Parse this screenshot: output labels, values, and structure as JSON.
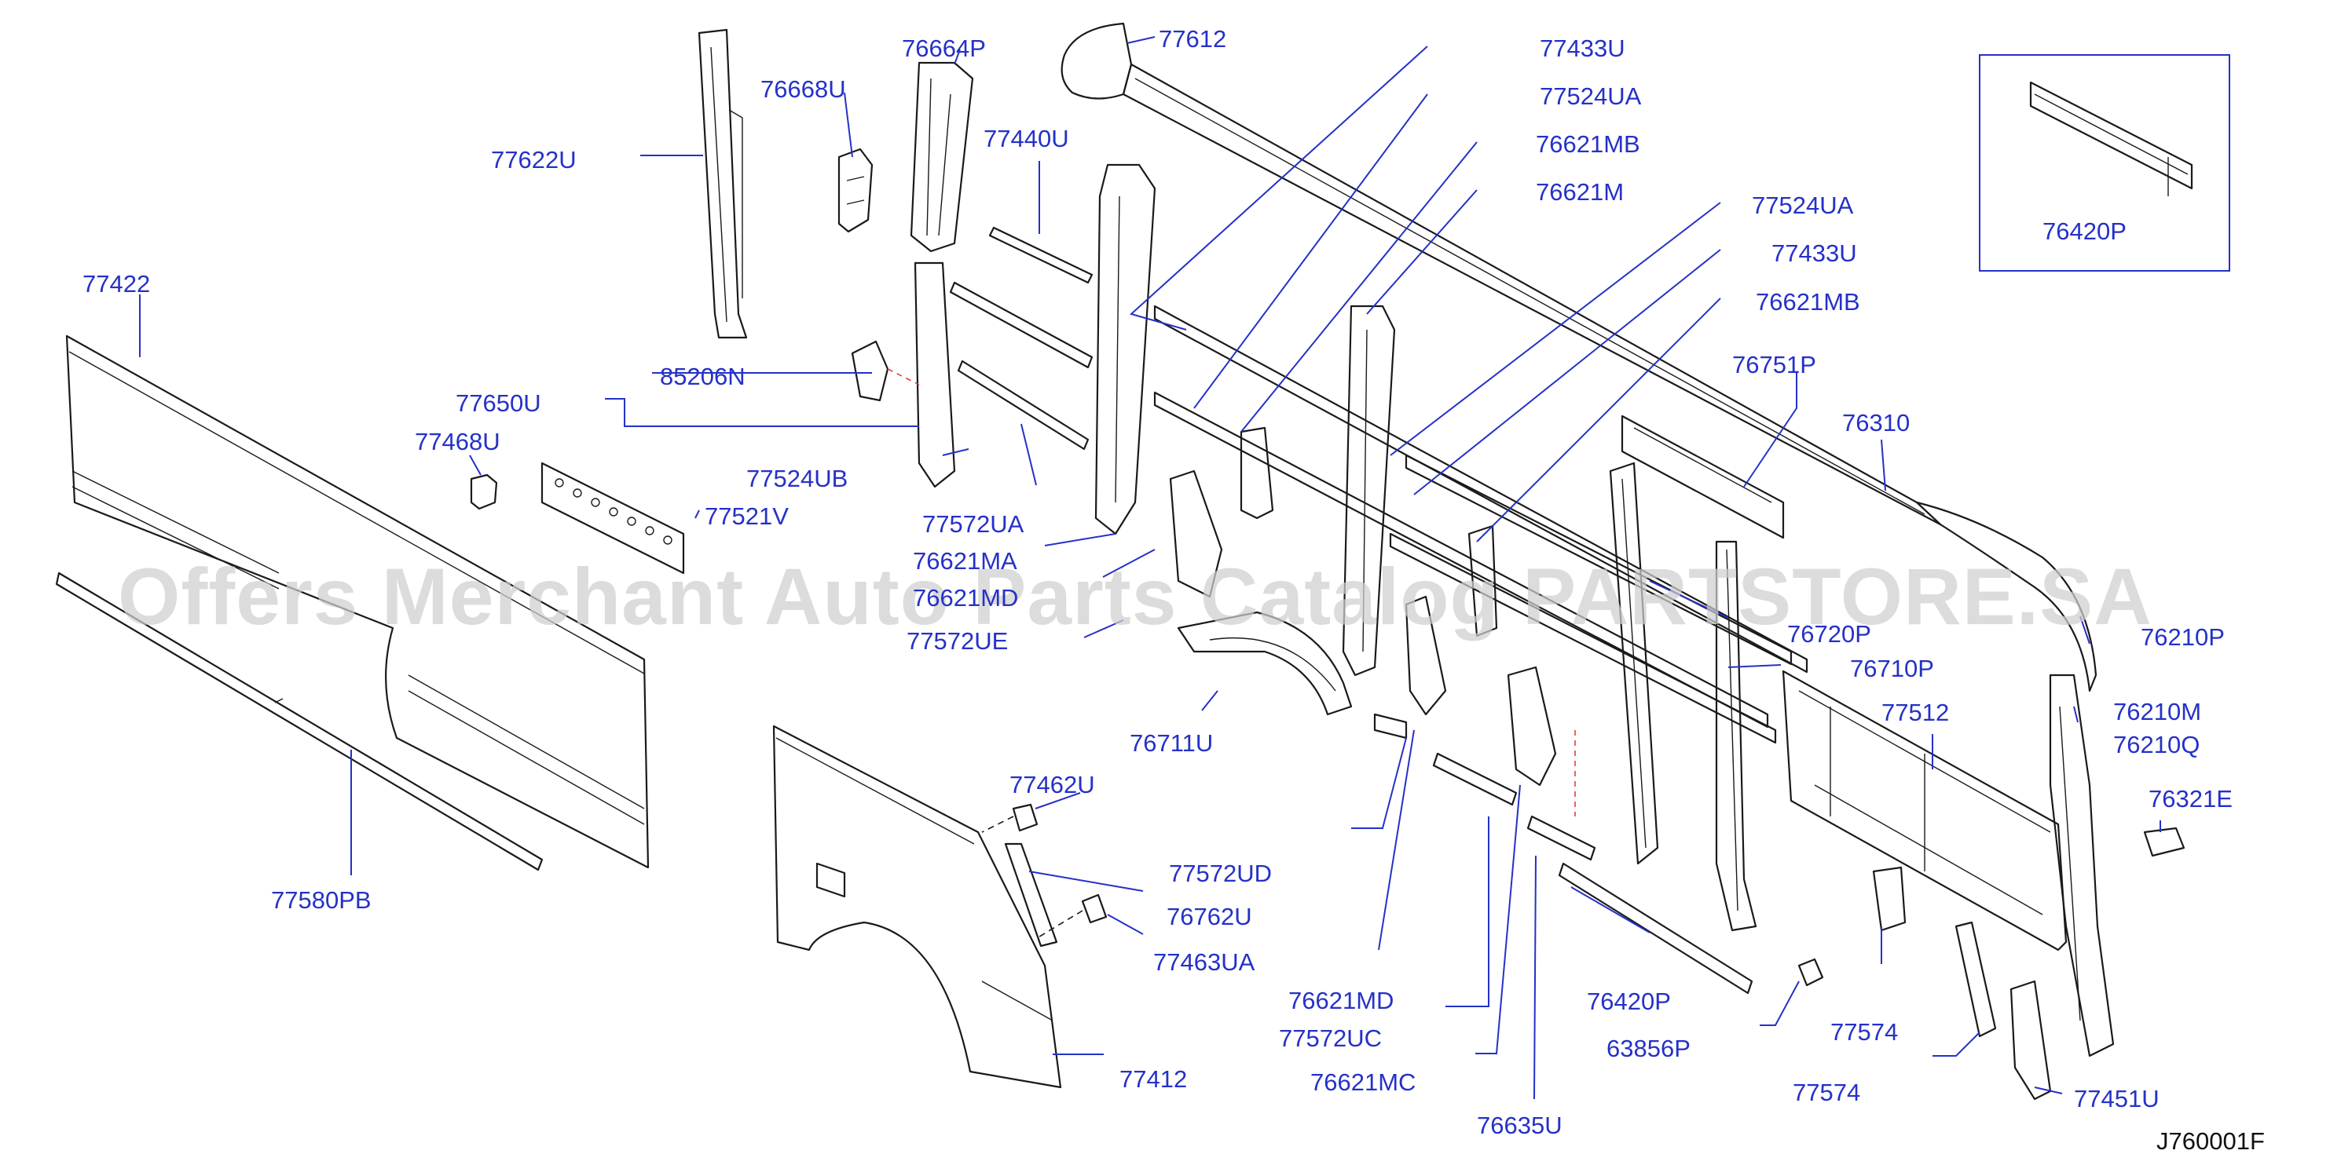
{
  "diagram": {
    "diagram_code": "J760001F",
    "watermark": "Offers Merchant Auto Parts Catalog PARTSTORE.SA",
    "colors": {
      "label": "#2531c8",
      "line_art": "#1a1a1a",
      "watermark": "#cfcfcf",
      "guide_dash": "#e04040"
    },
    "part_labels": [
      "77612",
      "76664P",
      "77433U",
      "76668U",
      "77524UA",
      "77622U",
      "77440U",
      "76621MB",
      "76621M",
      "77524UA",
      "77433U",
      "77422",
      "76621MB",
      "85206N",
      "77650U",
      "76751P",
      "77468U",
      "76310",
      "77524UB",
      "77521V",
      "77572UA",
      "76621MA",
      "76621MD",
      "77572UE",
      "76720P",
      "76210P",
      "76710P",
      "76711U",
      "77512",
      "76210M",
      "76210Q",
      "77462U",
      "76321E",
      "77572UD",
      "77580PB",
      "76762U",
      "77463UA",
      "76621MD",
      "76420P",
      "77574",
      "77572UC",
      "63856P",
      "77412",
      "76621MC",
      "77574",
      "77451U",
      "76635U",
      "76420P"
    ]
  }
}
